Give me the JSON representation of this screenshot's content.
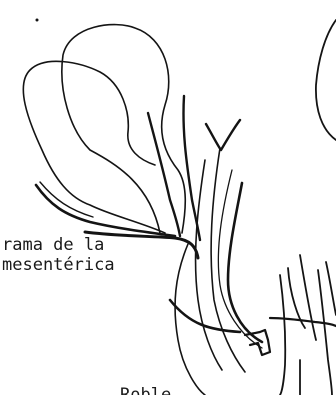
{
  "labels": {
    "line1": "rama de la",
    "line2": "mesentérica",
    "bottom": "Roble"
  },
  "colors": {
    "ink": "#141414",
    "background": "#ffffff"
  }
}
